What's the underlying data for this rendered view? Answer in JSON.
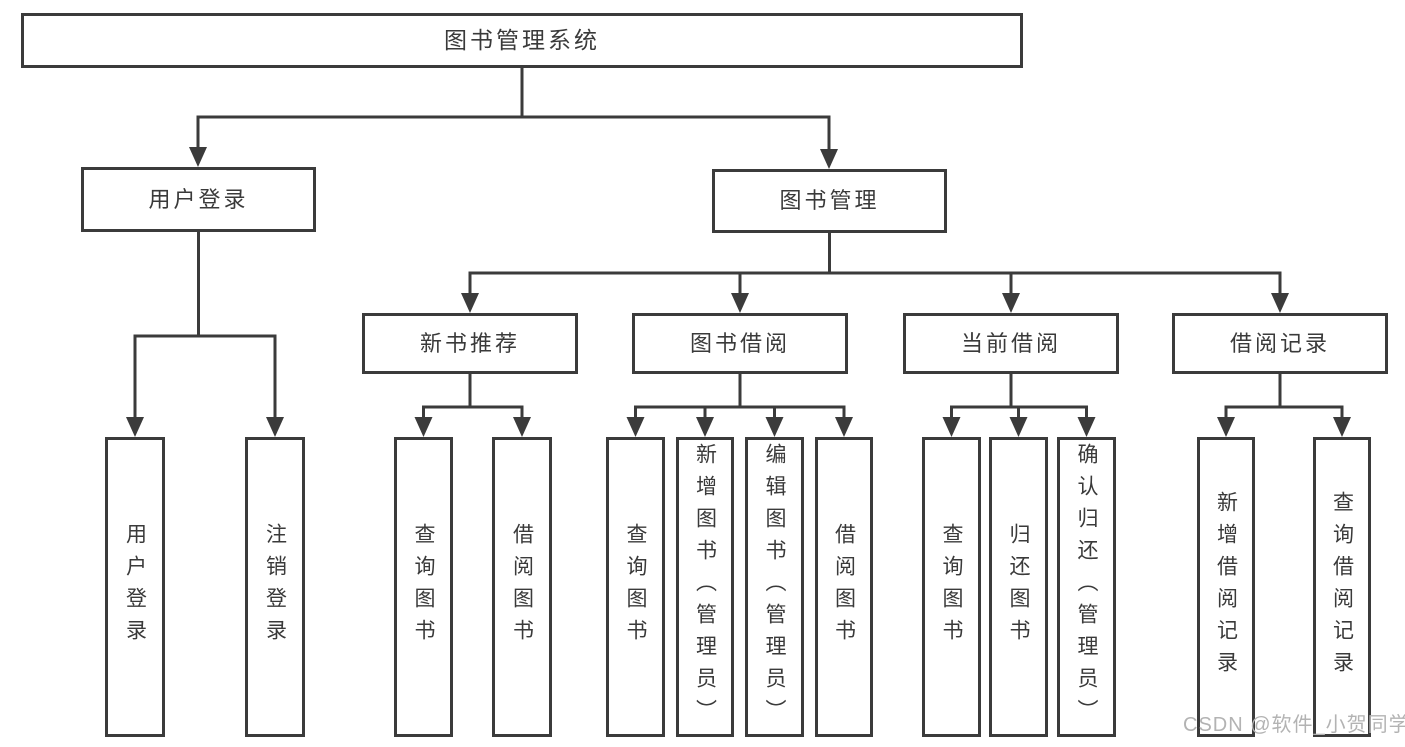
{
  "tree": {
    "root": {
      "label": "图书管理系统"
    },
    "level2": [
      {
        "label": "用户登录",
        "leaves": [
          "用户登录",
          "注销登录"
        ]
      },
      {
        "label": "图书管理",
        "groups": [
          {
            "label": "新书推荐",
            "leaves": [
              "查询图书",
              "借阅图书"
            ]
          },
          {
            "label": "图书借阅",
            "leaves": [
              "查询图书",
              "新增图书（管理员）",
              "编辑图书（管理员）",
              "借阅图书"
            ]
          },
          {
            "label": "当前借阅",
            "leaves": [
              "查询图书",
              "归还图书",
              "确认归还（管理员）"
            ]
          },
          {
            "label": "借阅记录",
            "leaves": [
              "新增借阅记录",
              "查询借阅记录"
            ]
          }
        ]
      }
    ]
  },
  "watermark": "CSDN @软件_小贺同学",
  "colors": {
    "line": "#3b3b3b",
    "text": "#3a3a3a",
    "background": "#ffffff",
    "watermark": "#b3b3b3"
  }
}
